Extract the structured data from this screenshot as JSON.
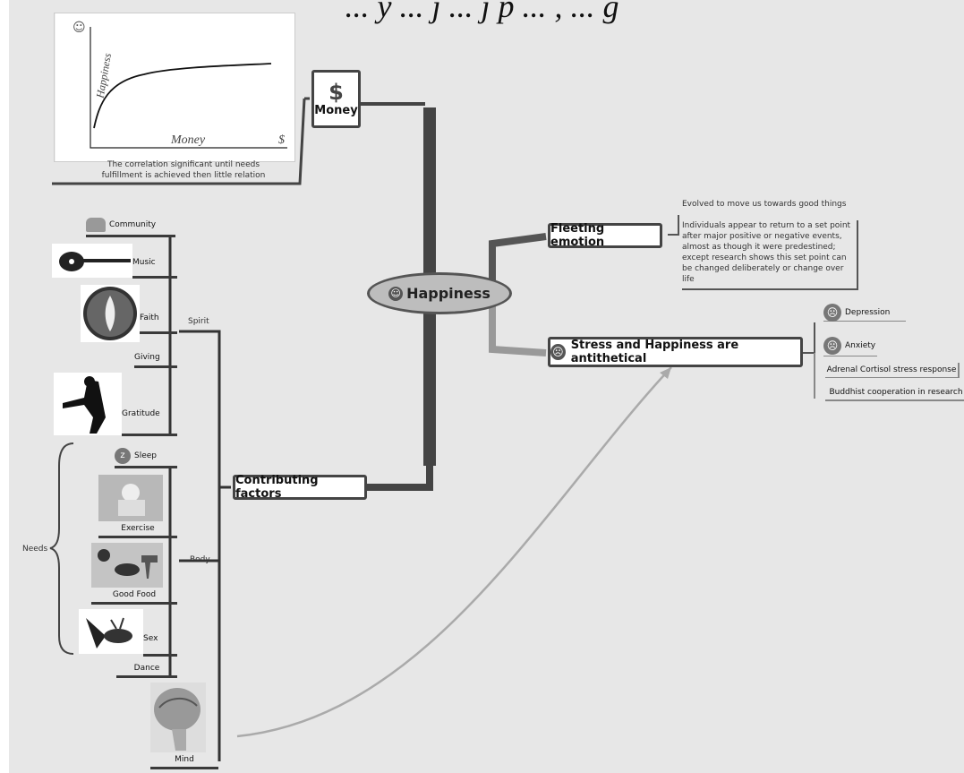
{
  "header": {
    "text": "... y ... j ... j p ... , ... g"
  },
  "central": {
    "label": "Happiness"
  },
  "money": {
    "label": "Money",
    "note": "The correlation significant until needs fulfillment is achieved then little relation",
    "graph_ylabel": "Happiness",
    "graph_xlabel": "Money",
    "graph_unit": "$"
  },
  "fleeting": {
    "label": "Fleeting emotion",
    "note1": "Evolved to move us towards good things",
    "note2": "Individuals appear to return to a set point after major positive or negative events, almost as though it were predestined; except research shows this set point can be changed deliberately or change over life"
  },
  "stress": {
    "label": "Stress and Happiness are antithetical",
    "items": [
      "Depression",
      "Anxiety",
      "Adrenal Cortisol stress response",
      "Buddhist cooperation in research"
    ]
  },
  "contributing": {
    "label": "Contributing factors",
    "spirit": {
      "label": "Spirit",
      "items": [
        "Community",
        "Music",
        "Faith",
        "Giving",
        "Gratitude"
      ]
    },
    "body": {
      "label": "Body",
      "items": [
        "Sleep",
        "Exercise",
        "Good Food",
        "Sex",
        "Dance"
      ]
    },
    "needs": "Needs",
    "mind": "Mind"
  }
}
